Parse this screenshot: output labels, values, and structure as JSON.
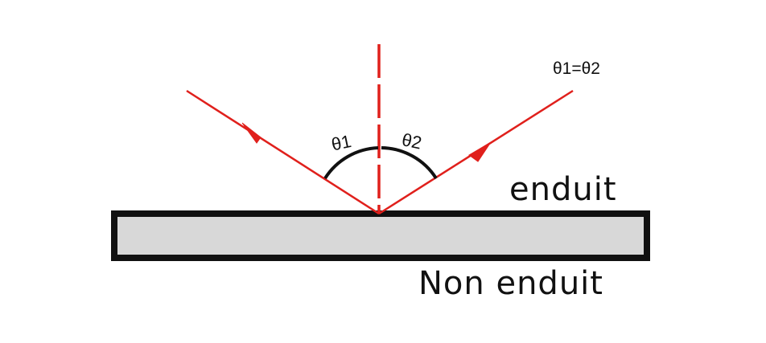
{
  "labels": {
    "equality": "θ1=θ2",
    "theta1": "θ1",
    "theta2": "θ2",
    "coated": "enduit",
    "uncoated": "Non enduit"
  },
  "colors": {
    "ray": "#e0201c",
    "plate_fill": "#d8d8d8",
    "plate_border": "#111111",
    "arc": "#111111",
    "text": "#111111"
  }
}
